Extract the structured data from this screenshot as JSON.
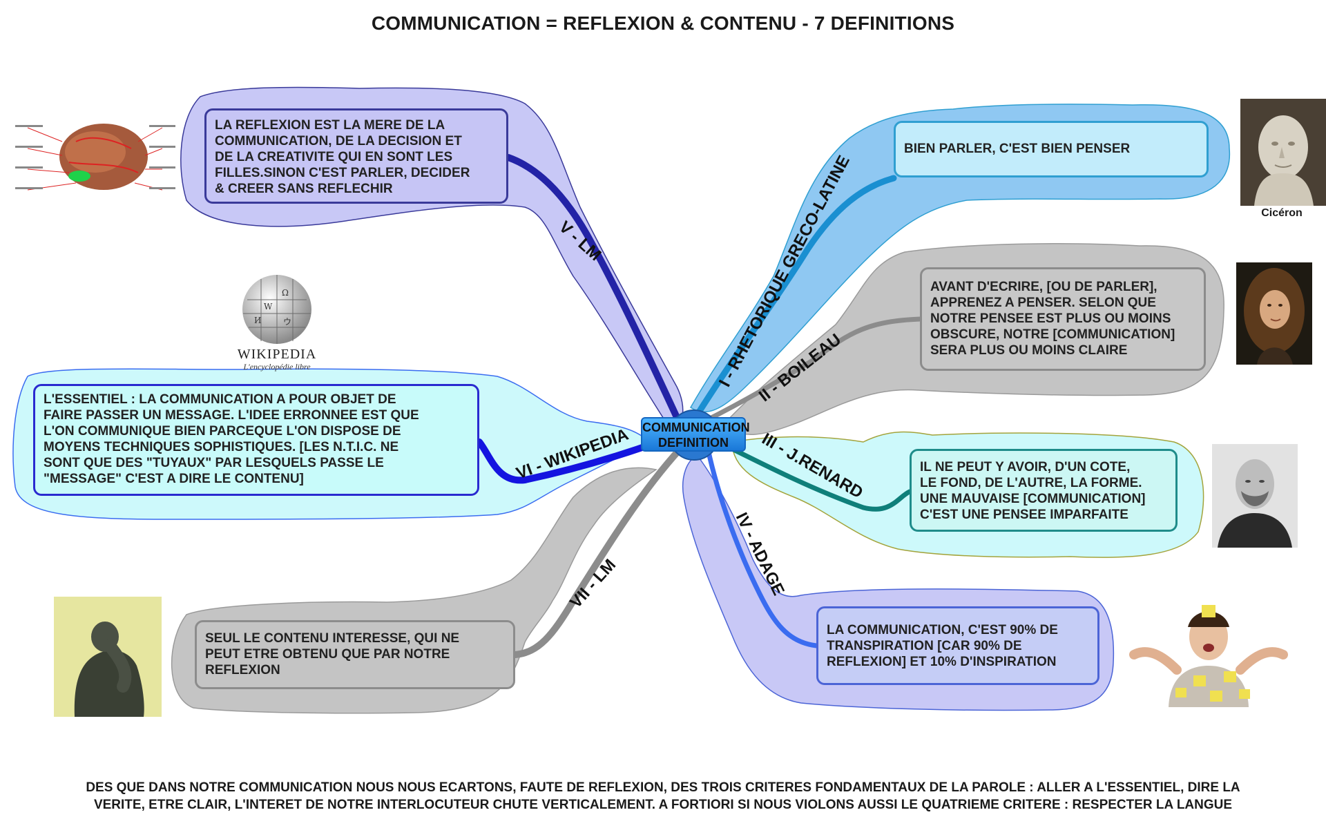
{
  "title": "COMMUNICATION = REFLEXION & CONTENU - 7 DEFINITIONS",
  "center": {
    "lines": [
      "COMMUNICATION",
      "DEFINITION"
    ],
    "color": "#2a8cf0"
  },
  "branches": [
    {
      "label": "I - RHETORIQUE GRECO-LATINE",
      "color": "#1a8fd1",
      "bubble_color": "#8fc8f2",
      "text_lines": [
        "BIEN PARLER, C'EST BIEN PENSER"
      ],
      "portrait_caption": "Cicéron"
    },
    {
      "label": "II - BOILEAU",
      "color": "#8c8c8c",
      "bubble_color": "#c4c4c4",
      "text_lines": [
        "AVANT D'ECRIRE, [OU DE PARLER],",
        "APPRENEZ A PENSER. SELON QUE",
        "NOTRE PENSEE EST PLUS OU MOINS",
        "OBSCURE, NOTRE [COMMUNICATION]",
        "SERA PLUS OU MOINS CLAIRE"
      ]
    },
    {
      "label": "III - J.RENARD",
      "color": "#0f7f7a",
      "bubble_color": "#cdf9fb",
      "text_lines": [
        "IL NE PEUT Y AVOIR, D'UN COTE,",
        "LE FOND, DE L'AUTRE, LA FORME.",
        "UNE MAUVAISE [COMMUNICATION]",
        "C'EST UNE PENSEE IMPARFAITE"
      ]
    },
    {
      "label": "IV - ADAGE",
      "color": "#3a6cf0",
      "bubble_color": "#c8c8f6",
      "text_lines": [
        "LA COMMUNICATION, C'EST 90% DE",
        "TRANSPIRATION [CAR 90% DE",
        "REFLEXION] ET 10% D'INSPIRATION"
      ]
    },
    {
      "label": "V - LM",
      "color": "#2323a6",
      "bubble_color": "#c8c8f6",
      "text_lines": [
        "LA REFLEXION EST LA MERE DE LA",
        "COMMUNICATION, DE LA DECISION ET",
        "DE LA CREATIVITE QUI EN SONT LES",
        "FILLES.SINON C'EST PARLER, DECIDER",
        "& CREER SANS REFLECHIR"
      ]
    },
    {
      "label": "VI - WIKIPEDIA",
      "color": "#1414e0",
      "bubble_color": "#cdf9fb",
      "text_lines": [
        "L'ESSENTIEL : LA COMMUNICATION A POUR OBJET DE",
        "FAIRE PASSER UN MESSAGE. L'IDEE ERRONNEE EST QUE",
        "L'ON COMMUNIQUE BIEN PARCEQUE L'ON DISPOSE DE",
        "MOYENS TECHNIQUES SOPHISTIQUES. [LES N.T.I.C. NE",
        "SONT QUE DES \"TUYAUX\" PAR LESQUELS PASSE LE",
        "\"MESSAGE\" C'EST A DIRE LE CONTENU]"
      ],
      "logo_text": "WIKIPEDIA",
      "logo_subtitle": "L'encyclopédie libre"
    },
    {
      "label": "VII - LM",
      "color": "#8c8c8c",
      "bubble_color": "#c4c4c4",
      "text_lines": [
        "SEUL LE CONTENU INTERESSE, QUI NE",
        "PEUT ETRE OBTENU QUE PAR NOTRE",
        "REFLEXION"
      ]
    }
  ],
  "footer_lines": [
    "DES QUE DANS NOTRE COMMUNICATION NOUS NOUS ECARTONS, FAUTE DE REFLEXION, DES TROIS CRITERES FONDAMENTAUX DE LA PAROLE : ALLER A L'ESSENTIEL, DIRE LA",
    "VERITE, ETRE CLAIR, L'INTERET DE NOTRE INTERLOCUTEUR CHUTE VERTICALEMENT. A FORTIORI SI NOUS VIOLONS AUSSI LE QUATRIEME CRITERE : RESPECTER LA LANGUE"
  ]
}
